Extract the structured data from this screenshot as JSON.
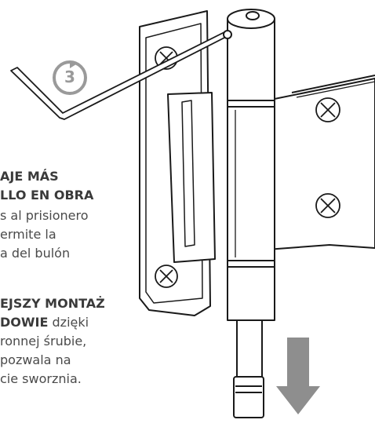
{
  "step": {
    "number": "3"
  },
  "spanish": {
    "line1": "AJE MÁS",
    "line2": "LLO EN OBRA",
    "line3": "s al prisionero",
    "line4": "ermite la",
    "line5": "a del bulón"
  },
  "polish": {
    "line1": "EJSZY MONTAŻ",
    "line2_bold": "DOWIE",
    "line2_rest": " dzięki",
    "line3": "ronnej śrubie,",
    "line4": "pozwala na",
    "line5": "cie sworznia."
  },
  "colors": {
    "line": "#1a1a1a",
    "arrow": "#8e8e8e",
    "badge": "#9a9a9a",
    "panel": "#ffffff"
  },
  "icons": {
    "step_badge": "rotate-arrow-icon",
    "direction": "down-arrow-icon"
  }
}
